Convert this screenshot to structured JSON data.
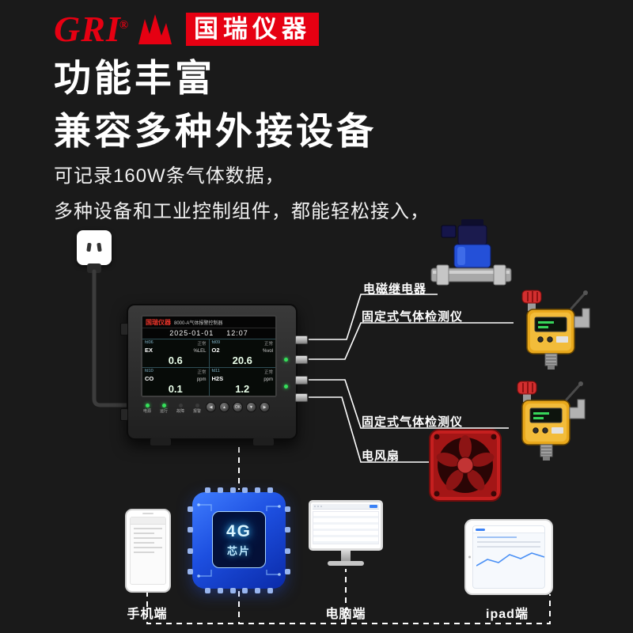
{
  "colors": {
    "background": "#1a1a1a",
    "brand_red": "#e60012",
    "led_green": "#35e05a",
    "chip_glow": "#41c8ff"
  },
  "brand": {
    "gri": "GRI",
    "reg": "®",
    "name": "国瑞仪器"
  },
  "headings": {
    "h1": "功能丰富",
    "h2": "兼容多种外接设备"
  },
  "paragraphs": {
    "p1": "可记录160W条气体数据，",
    "p2": "多种设备和工业控制组件，都能轻松接入，"
  },
  "controller": {
    "screen_brand": "国瑞仪器",
    "screen_model": "8000-A气体报警控制器",
    "date": "2025-01-01",
    "time": "12:07",
    "channels": [
      {
        "id": "fd06",
        "status": "正常",
        "gas": "EX",
        "unit": "%LEL",
        "value": "0.6"
      },
      {
        "id": "fd09",
        "status": "正常",
        "gas": "O2",
        "unit": "%vol",
        "value": "20.6"
      },
      {
        "id": "fd10",
        "status": "正常",
        "gas": "CO",
        "unit": "ppm",
        "value": "0.1"
      },
      {
        "id": "fd11",
        "status": "正常",
        "gas": "H2S",
        "unit": "ppm",
        "value": "1.2"
      }
    ],
    "led_labels": [
      "电源",
      "运行",
      "故障",
      "报警"
    ],
    "button_labels": [
      "◀",
      "▲",
      "OK",
      "▼",
      "▶"
    ]
  },
  "connections": {
    "relay": "电磁继电器",
    "detector_top": "固定式气体检测仪",
    "detector_bottom": "固定式气体检测仪",
    "fan": "电风扇"
  },
  "endpoints": {
    "phone": "手机端",
    "chip_line1": "4G",
    "chip_line2": "芯片",
    "pc": "电脑端",
    "tablet": "ipad端"
  }
}
